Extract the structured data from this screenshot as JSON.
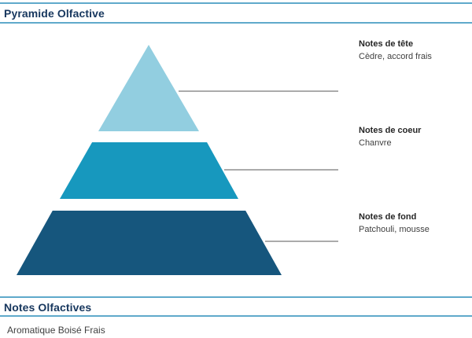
{
  "header": {
    "title": "Pyramide Olfactive"
  },
  "pyramid": {
    "levels": [
      {
        "id": "top",
        "title": "Notes de tête",
        "notes": "Cèdre, accord frais",
        "color": "#92CEE0"
      },
      {
        "id": "heart",
        "title": "Notes de coeur",
        "notes": "Chanvre",
        "color": "#1798BE"
      },
      {
        "id": "base",
        "title": "Notes de fond",
        "notes": "Patchouli, mousse",
        "color": "#16567D"
      }
    ]
  },
  "footer": {
    "title": "Notes Olfactives",
    "value": "Aromatique Boisé Frais"
  },
  "colors": {
    "accent-navy": "#17375E",
    "rule-blue": "#5FA9CB",
    "pyramid-top": "#92CEE0",
    "pyramid-middle": "#1798BE",
    "pyramid-base": "#16567D",
    "line-gray": "#ABABAB",
    "text-dark": "#262626",
    "text-body": "#404040"
  }
}
